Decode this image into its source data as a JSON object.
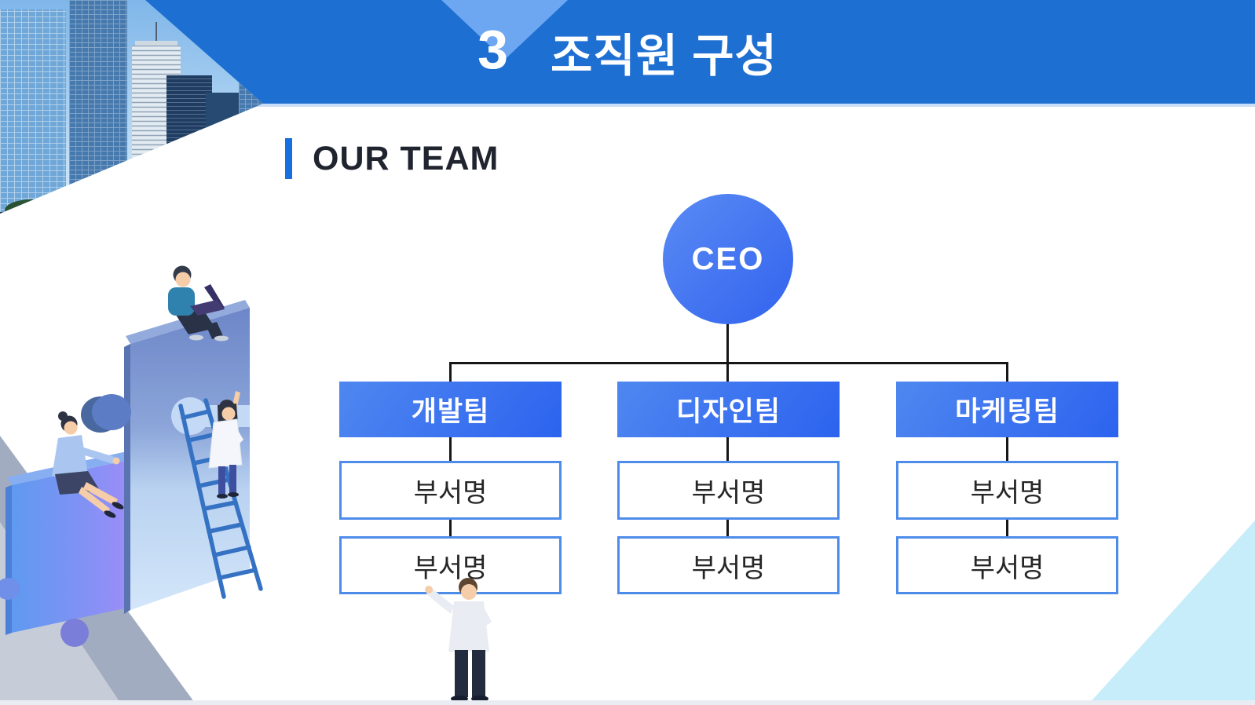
{
  "slide": {
    "section_number": "3",
    "title": "조직원 구성",
    "subtitle": "OUR TEAM"
  },
  "org_chart": {
    "root_label": "CEO",
    "teams": [
      {
        "label": "개발팀",
        "departments": [
          "부서명",
          "부서명"
        ]
      },
      {
        "label": "디자인팀",
        "departments": [
          "부서명",
          "부서명"
        ]
      },
      {
        "label": "마케팅팀",
        "departments": [
          "부서명",
          "부서명"
        ]
      }
    ]
  },
  "colors": {
    "header_blue": "#1e6fd2",
    "header_chevron": "#6ea7f1",
    "accent_bar_blue": "#186fe0",
    "heading_text": "#1f242e",
    "ceo_gradient_start": "#5a8bf4",
    "ceo_gradient_end": "#3263ee",
    "team_gradient_start": "#4f87f0",
    "team_gradient_end": "#2c63ef",
    "dept_border_blue": "#4e8ce9",
    "dept_text": "#262626",
    "connector_line": "#161616",
    "corner_triangle_cyan": "#c7ecfa",
    "footer_strip": "#e9edf3"
  }
}
